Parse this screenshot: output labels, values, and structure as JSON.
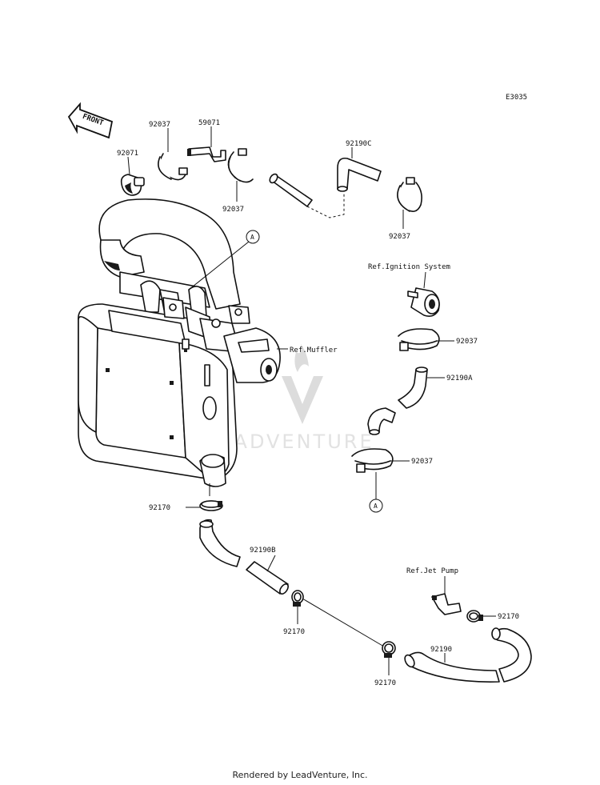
{
  "diagram_code": "E3035",
  "front_label": "FRONT",
  "callouts": {
    "c92037_a": "92037",
    "c59071": "59071",
    "c92071": "92071",
    "c92037_b": "92037",
    "c92190c": "92190C",
    "c92037_c": "92037",
    "ref_a_top": "A",
    "ref_ignition": "Ref.Ignition System",
    "c92037_d": "92037",
    "ref_muffler": "Ref.Muffler",
    "c92190a": "92190A",
    "c92037_e": "92037",
    "ref_a_bottom": "A",
    "c92170_a": "92170",
    "c92190b": "92190B",
    "ref_jet_pump": "Ref.Jet Pump",
    "c92170_b": "92170",
    "c92170_c": "92170",
    "c92190": "92190",
    "c92170_d": "92170"
  },
  "watermark": "LEADVENTURE",
  "footer": "Rendered by LeadVenture, Inc."
}
